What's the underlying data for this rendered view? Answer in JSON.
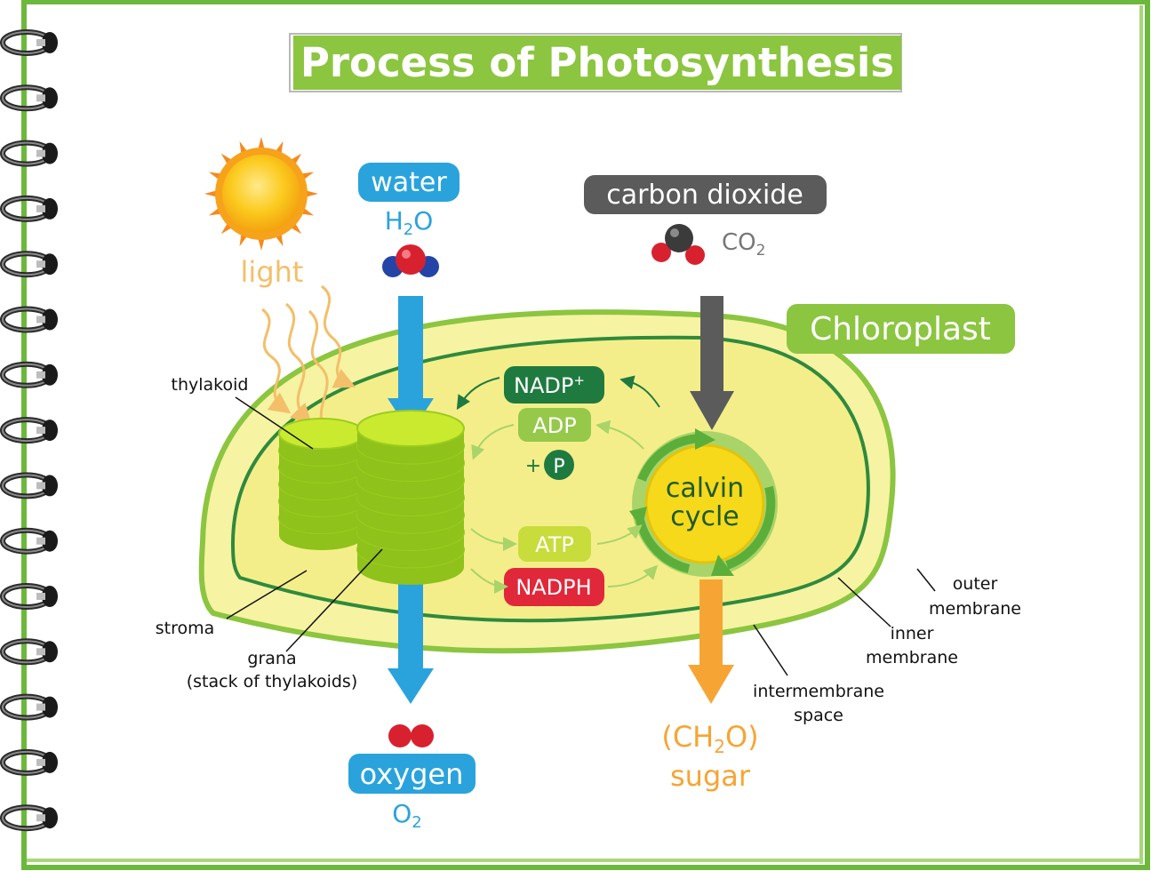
{
  "title": "Process of Photosynthesis",
  "inputs": {
    "light": "light",
    "water": {
      "label": "water",
      "formula_main": "H",
      "formula_sub": "2",
      "formula_end": "O"
    },
    "carbon_dioxide": {
      "label": "carbon dioxide",
      "formula_main": "CO",
      "formula_sub": "2"
    }
  },
  "outputs": {
    "oxygen": {
      "label": "oxygen",
      "formula_main": "O",
      "formula_sub": "2"
    },
    "sugar": {
      "label": "sugar",
      "formula_a": "(CH",
      "formula_sub": "2",
      "formula_b": "O)"
    }
  },
  "organelle_title": "Chloroplast",
  "cycle": {
    "line1": "calvin",
    "line2": "cycle"
  },
  "molecules": {
    "nadp": "NADP",
    "nadp_sup": "+",
    "adp": "ADP",
    "plus": "+",
    "p": "P",
    "atp": "ATP",
    "nadph": "NADPH"
  },
  "labels": {
    "thylakoid": "thylakoid",
    "stroma": "stroma",
    "grana_1": "grana",
    "grana_2": "(stack of thylakoids)",
    "outer_1": "outer",
    "outer_2": "membrane",
    "inner_1": "inner",
    "inner_2": "membrane",
    "inter_1": "intermembrane",
    "inter_2": "space"
  },
  "colors": {
    "frame_green": "#6cb83c",
    "title_bg": "#8cc540",
    "water_blue": "#2aa3dc",
    "co2_gray": "#5b5b5b",
    "sugar_orange": "#f6a535",
    "light_orange": "#f3bf6a",
    "nadp_dark_green": "#1f7a3f",
    "adp_green": "#96c84a",
    "atp_green": "#c8dc3c",
    "nadph_red": "#e0283a",
    "chloroplast_outer": "#f6f3a3",
    "chloroplast_inner": "#f4ee8a"
  }
}
